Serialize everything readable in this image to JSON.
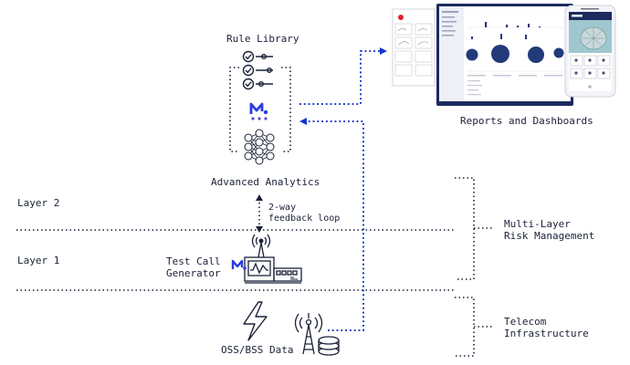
{
  "labels": {
    "rule_library": "Rule Library",
    "advanced_analytics": "Advanced Analytics",
    "reports": "Reports and Dashboards",
    "layer2": "Layer 2",
    "layer1": "Layer 1",
    "feedback_line1": "2-way",
    "feedback_line2": "feedback loop",
    "tcg_line1": "Test Call",
    "tcg_line2": "Generator",
    "mlrm_line1": "Multi-Layer",
    "mlrm_line2": "Risk Management",
    "telecom_line1": "Telecom",
    "telecom_line2": "Infrastructure",
    "oss_bss": "OSS/BSS Data"
  },
  "colors": {
    "ink": "#1b2138",
    "navy": "#0b1f5c",
    "blue": "#1437c8",
    "logo_blue": "#2b3be0",
    "logo_purple": "#5a4bd6",
    "phone_frame": "#f3f4f8"
  },
  "icons": [
    "check-circle-icon",
    "slider-icon",
    "logo-mark-icon",
    "neural-network-icon",
    "radio-tower-icon",
    "signal-analyzer-icon",
    "lightning-icon",
    "database-icon"
  ]
}
